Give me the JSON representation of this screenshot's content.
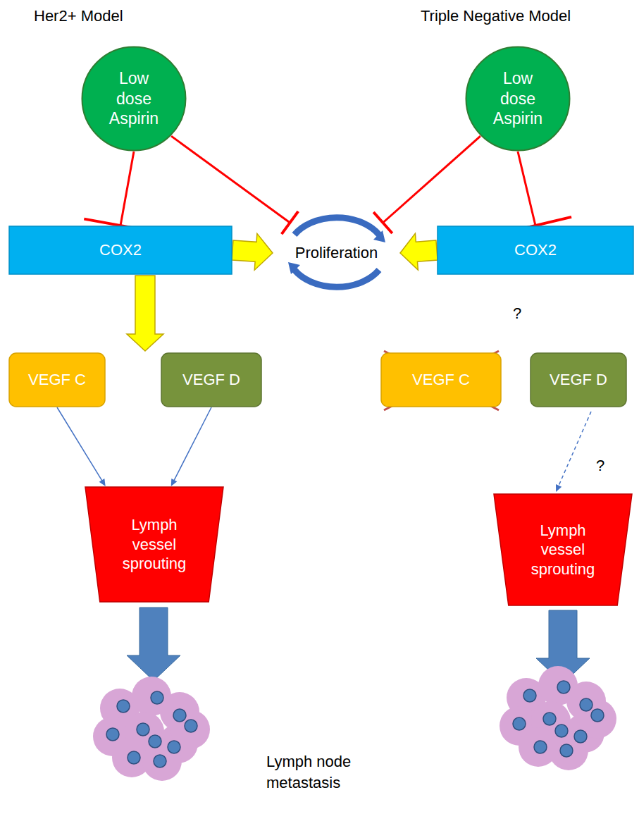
{
  "diagram": {
    "nodes": [
      {
        "text": [
          "Low dose Aspirin"
        ]
      },
      {
        "text": [
          "Low dose Aspirin"
        ]
      },
      {
        "text": [
          "COX2"
        ]
      },
      {
        "text": [
          "Proliferation"
        ]
      },
      {
        "text": [
          "COX2"
        ]
      },
      {
        "text": [
          "VEGF C"
        ]
      },
      {
        "text": [
          "VEGF D"
        ]
      },
      {
        "text": [
          "VEGF C"
        ]
      },
      {
        "text": [
          "VEGF D"
        ]
      },
      {
        "text": [
          "Lymph vessel sprouting"
        ]
      },
      {
        "text": [
          "Lymph vessel sprouting"
        ]
      }
    ],
    "edges": [
      {
        "from": 0,
        "to": 2,
        "arrow": "to"
      },
      {
        "from": 0,
        "to": 3,
        "arrow": "to"
      },
      {
        "from": 1,
        "to": 3,
        "arrow": "to"
      },
      {
        "from": 1,
        "to": 4,
        "arrow": "to"
      },
      {
        "from": 2,
        "to": 3,
        "arrow": "to"
      },
      {
        "from": 4,
        "to": 3,
        "arrow": "to"
      },
      {
        "from": 2,
        "to": 5,
        "arrow": "to"
      },
      {
        "from": 5,
        "to": 9,
        "arrow": "to"
      },
      {
        "from": 6,
        "to": 9,
        "arrow": "to"
      },
      {
        "from": 8,
        "to": 10,
        "arrow": "to"
      }
    ],
    "labels": [
      "Her2+ Model",
      "Triple Negative Model",
      "?",
      "?",
      "Lymph node metastasis"
    ]
  }
}
